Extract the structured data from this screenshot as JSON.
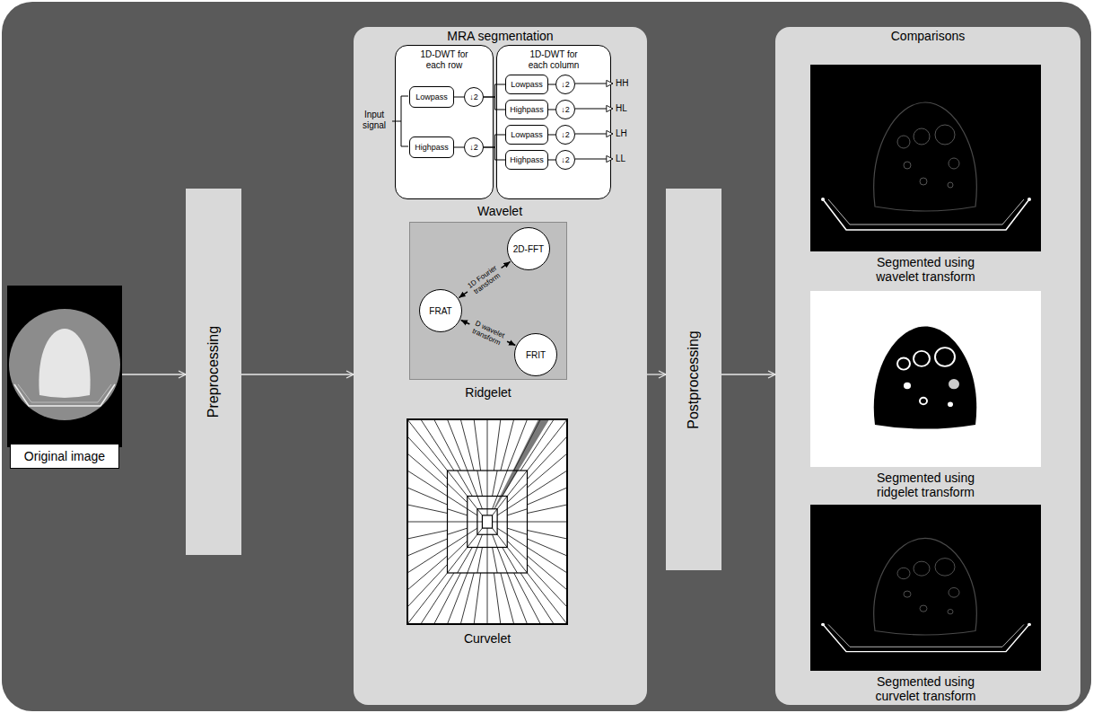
{
  "diagram": {
    "nodes": [
      {
        "text": [
          "Original image"
        ]
      },
      {
        "text": [
          "Preprocessing"
        ]
      },
      {
        "text": [
          "MRA segmentation"
        ]
      },
      {
        "text": [
          "Wavelet"
        ],
        "in": 2
      },
      {
        "text": [
          "1D-DWT for each row"
        ],
        "in": 3
      },
      {
        "text": [
          "Lowpass"
        ],
        "in": 4
      },
      {
        "text": [
          "↓2"
        ],
        "in": 4
      },
      {
        "text": [
          "Highpass"
        ],
        "in": 4
      },
      {
        "text": [
          "↓2"
        ],
        "in": 4
      },
      {
        "text": [
          "1D-DWT for each column"
        ],
        "in": 3
      },
      {
        "text": [
          "Lowpass"
        ],
        "in": 9
      },
      {
        "text": [
          "↓2"
        ],
        "in": 9
      },
      {
        "text": [
          "Highpass"
        ],
        "in": 9
      },
      {
        "text": [
          "↓2"
        ],
        "in": 9
      },
      {
        "text": [
          "Lowpass"
        ],
        "in": 9
      },
      {
        "text": [
          "↓2"
        ],
        "in": 9
      },
      {
        "text": [
          "Highpass"
        ],
        "in": 9
      },
      {
        "text": [
          "↓2"
        ],
        "in": 9
      },
      {
        "text": [
          "Ridgelet"
        ],
        "in": 2
      },
      {
        "text": [
          "2D-FFT"
        ],
        "in": 18
      },
      {
        "text": [
          "FRAT"
        ],
        "in": 18
      },
      {
        "text": [
          "FRIT"
        ],
        "in": 18
      },
      {
        "text": [
          "Curvelet"
        ],
        "in": 2
      },
      {
        "text": [
          "Postprocessing"
        ]
      },
      {
        "text": [
          "Comparisons"
        ]
      },
      {
        "text": [
          "Segmented using wavelet transform"
        ],
        "in": 24
      },
      {
        "text": [
          "Segmented using ridgelet transform"
        ],
        "in": 24
      },
      {
        "text": [
          "Segmented using curvelet transform"
        ],
        "in": 24
      }
    ],
    "edges": [
      {
        "from": 0,
        "to": 1,
        "arrow": "to"
      },
      {
        "from": 1,
        "to": 2,
        "arrow": "to"
      },
      {
        "from": 2,
        "to": 23,
        "arrow": "to"
      },
      {
        "from": 23,
        "to": 24,
        "arrow": "to"
      },
      {
        "from": 5,
        "to": 6,
        "arrow": "none"
      },
      {
        "from": 7,
        "to": 8,
        "arrow": "none"
      },
      {
        "from": 6,
        "to": 10,
        "arrow": "none"
      },
      {
        "from": 6,
        "to": 12,
        "arrow": "none"
      },
      {
        "from": 8,
        "to": 14,
        "arrow": "none"
      },
      {
        "from": 8,
        "to": 16,
        "arrow": "none"
      },
      {
        "from": 10,
        "to": 11,
        "arrow": "none"
      },
      {
        "from": 12,
        "to": 13,
        "arrow": "none"
      },
      {
        "from": 14,
        "to": 15,
        "arrow": "none"
      },
      {
        "from": 16,
        "to": 17,
        "arrow": "none"
      },
      {
        "from": 20,
        "to": 19,
        "label": "1D Fourier transform",
        "arrow": "both"
      },
      {
        "from": 20,
        "to": 21,
        "label": "D wavelet transform",
        "arrow": "both"
      }
    ],
    "labels": [
      "Input signal",
      "HH",
      "HL",
      "LH",
      "LL"
    ]
  }
}
